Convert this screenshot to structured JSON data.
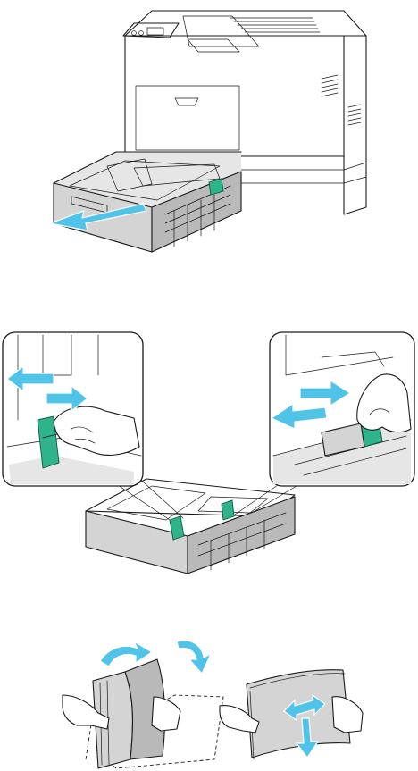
{
  "colors": {
    "arrow": "#4fc3e8",
    "guide": "#2fb38b",
    "tray": "#d4d4d4",
    "outline": "#1a1a1a"
  },
  "illustrations": [
    {
      "name": "printer-tray-pull-out",
      "icon": "printer-icon"
    },
    {
      "name": "tray-guides-adjust",
      "icon": "paper-guide-icon"
    },
    {
      "name": "paper-flex-fan",
      "icon": "paper-stack-icon"
    }
  ]
}
